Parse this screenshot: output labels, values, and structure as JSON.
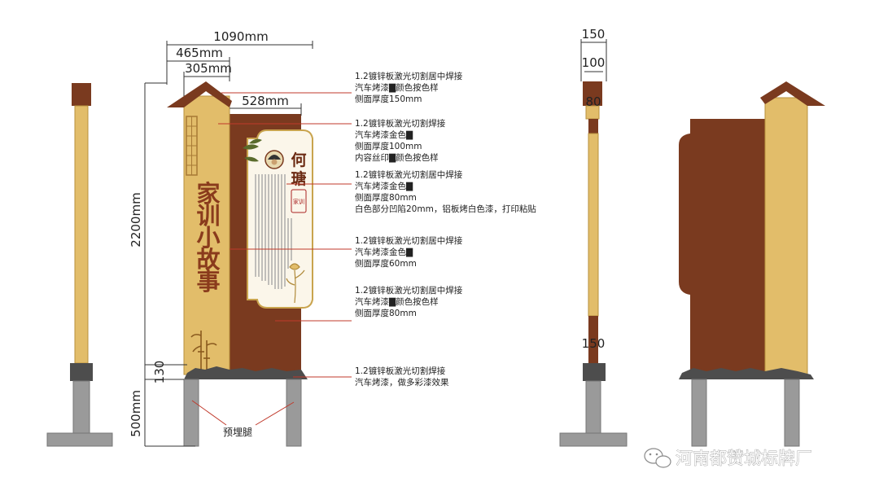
{
  "colors": {
    "brown": "#7a3a1f",
    "gold": "#e2bd6a",
    "panel": "#fbf6ea",
    "grey": "#9a9a9a",
    "stone": "#4d4d4d"
  },
  "dimensions": {
    "total_width": "1090mm",
    "left_part": "465mm",
    "post_width": "305mm",
    "panel_width": "528mm",
    "height": "2200mm",
    "base_height": "130",
    "leg_height": "500mm",
    "side_total": "150",
    "side_post": "100",
    "side_top": "80",
    "side_bottom": "150"
  },
  "sign_text": {
    "vertical_title": [
      "家",
      "训",
      "小",
      "故",
      "事"
    ],
    "panel_title": [
      "何",
      "瑭"
    ],
    "seal": "家训"
  },
  "leg_label": "预埋腿",
  "specs": [
    [
      "1.2镀锌板激光切割居中焊接",
      "汽车烤漆▇颜色按色样",
      "侧面厚度150mm"
    ],
    [
      "1.2镀锌板激光切割焊接",
      "汽车烤漆金色▇",
      "侧面厚度100mm",
      "内容丝印▇颜色按色样"
    ],
    [
      "1.2镀锌板激光切割居中焊接",
      "汽车烤漆金色▇",
      "侧面厚度80mm",
      "白色部分凹陷20mm，铝板烤白色漆，打印粘贴"
    ],
    [
      "1.2镀锌板激光切割居中焊接",
      "汽车烤漆金色▇",
      "侧面厚度60mm"
    ],
    [
      "1.2镀锌板激光切割居中焊接",
      "汽车烤漆▇颜色按色样",
      "侧面厚度80mm"
    ],
    [
      "1.2镀锌板激光切割焊接",
      "汽车烤漆，做多彩漆效果"
    ]
  ],
  "watermark": "河南都赞城标牌厂"
}
